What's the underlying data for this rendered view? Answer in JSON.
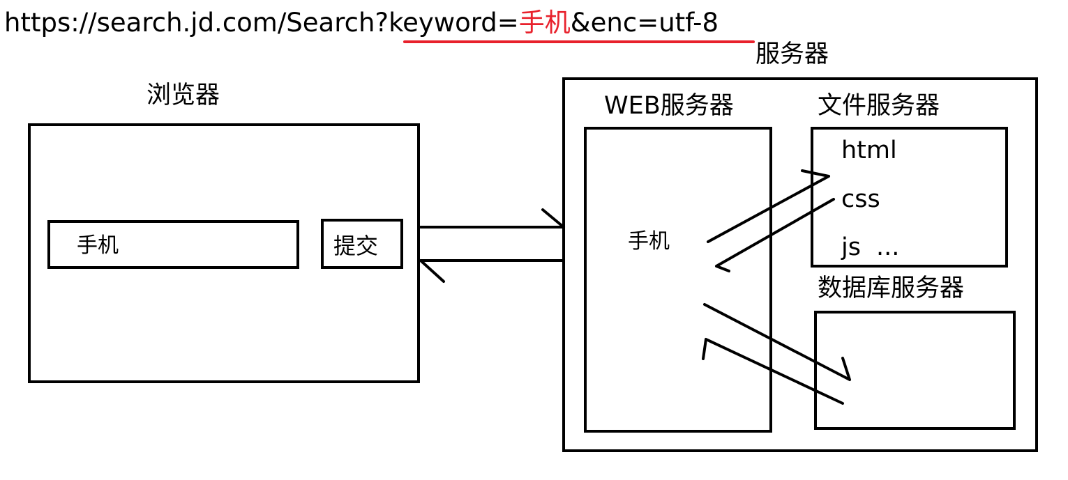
{
  "url": {
    "prefix": "https://search.jd.com/Search?",
    "key": "keyword=",
    "keyword": "手机",
    "suffix": "&enc=utf-8",
    "keyword_color": "#e8212c",
    "underline_color": "#e8212c"
  },
  "browser": {
    "title": "浏览器",
    "search_input_value": "手机",
    "submit_label": "提交"
  },
  "server": {
    "title": "服务器",
    "web_server": {
      "title": "WEB服务器",
      "content": "手机"
    },
    "file_server": {
      "title": "文件服务器",
      "items": [
        "html",
        "css",
        "js",
        "..."
      ]
    },
    "database_server": {
      "title": "数据库服务器"
    }
  },
  "colors": {
    "stroke": "#000000",
    "background": "#ffffff"
  }
}
